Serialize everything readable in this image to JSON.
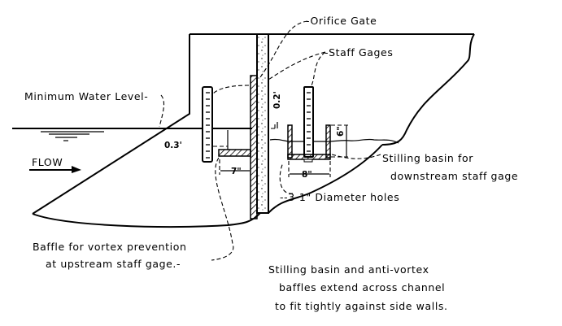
{
  "diagram": {
    "labels": {
      "orifice_gate": "-Orifice Gate",
      "staff_gages": "-Staff Gages",
      "minimum_water_level": "Minimum Water Level-",
      "flow": "FLOW",
      "stilling_basin_line1": "Stilling basin for",
      "stilling_basin_line2": "downstream staff gage",
      "diameter_holes": "--3-1\" Diameter holes",
      "baffle_line1": "Baffle for vortex prevention",
      "baffle_line2": "at upstream staff gage.-",
      "note_line1": "Stilling basin and anti-vortex",
      "note_line2": "baffles extend across channel",
      "note_line3": "to fit tightly against side walls."
    },
    "dimensions": {
      "upstream_offset": "0.3'",
      "vertical_gate": "0.2'",
      "baffle_width": "7\"",
      "basin_width": "8\"",
      "basin_wall_height": "6\""
    }
  }
}
